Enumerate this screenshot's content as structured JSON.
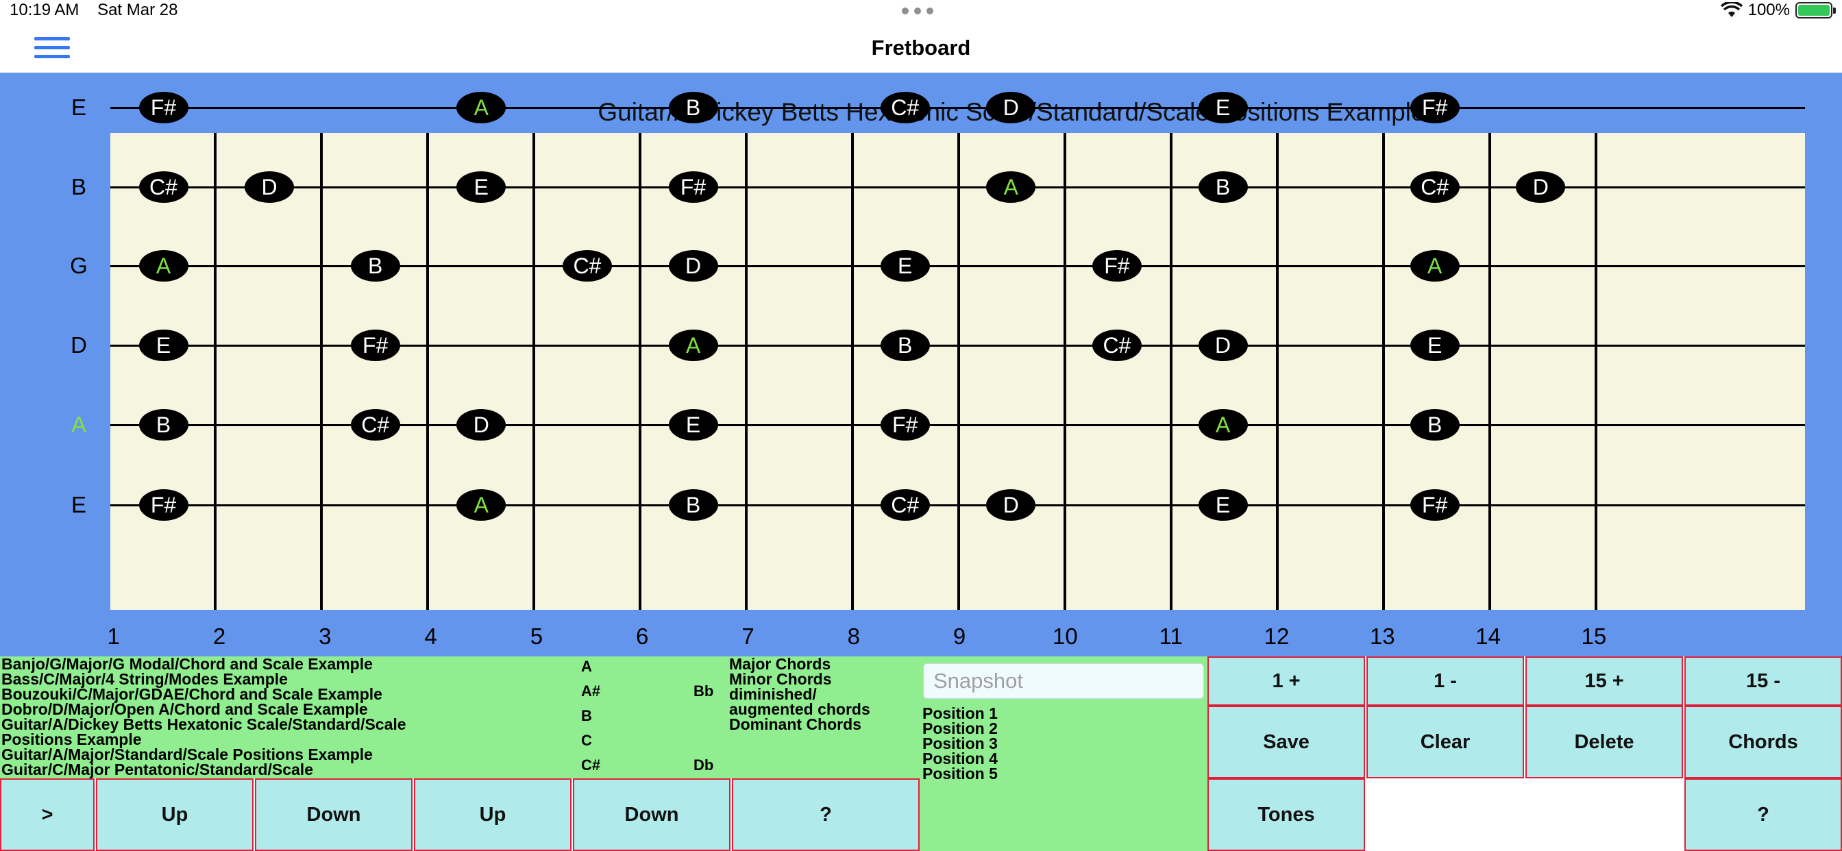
{
  "status": {
    "time": "10:19 AM",
    "date": "Sat Mar 28",
    "battery": "100%"
  },
  "nav": {
    "title": "Fretboard",
    "menu_icon": "hamburger-icon"
  },
  "fretboard": {
    "title": "Guitar/A/Dickey Betts Hexatonic Scale/Standard/Scale Positions Example",
    "strings": [
      "E",
      "B",
      "G",
      "D",
      "A",
      "E"
    ],
    "fret_numbers": [
      "1",
      "2",
      "3",
      "4",
      "5",
      "6",
      "7",
      "8",
      "9",
      "10",
      "11",
      "12",
      "13",
      "14",
      "15"
    ],
    "root_color": "#7fe040",
    "notes": [
      {
        "string": 0,
        "fret": 2,
        "label": "F#",
        "root": false
      },
      {
        "string": 0,
        "fret": 5,
        "label": "A",
        "root": true
      },
      {
        "string": 0,
        "fret": 7,
        "label": "B",
        "root": false
      },
      {
        "string": 0,
        "fret": 9,
        "label": "C#",
        "root": false
      },
      {
        "string": 0,
        "fret": 10,
        "label": "D",
        "root": false
      },
      {
        "string": 0,
        "fret": 12,
        "label": "E",
        "root": false
      },
      {
        "string": 0,
        "fret": 14,
        "label": "F#",
        "root": false
      },
      {
        "string": 1,
        "fret": 2,
        "label": "C#",
        "root": false
      },
      {
        "string": 1,
        "fret": 3,
        "label": "D",
        "root": false
      },
      {
        "string": 1,
        "fret": 5,
        "label": "E",
        "root": false
      },
      {
        "string": 1,
        "fret": 7,
        "label": "F#",
        "root": false
      },
      {
        "string": 1,
        "fret": 10,
        "label": "A",
        "root": true
      },
      {
        "string": 1,
        "fret": 12,
        "label": "B",
        "root": false
      },
      {
        "string": 1,
        "fret": 14,
        "label": "C#",
        "root": false
      },
      {
        "string": 1,
        "fret": 15,
        "label": "D",
        "root": false
      },
      {
        "string": 2,
        "fret": 2,
        "label": "A",
        "root": true
      },
      {
        "string": 2,
        "fret": 4,
        "label": "B",
        "root": false
      },
      {
        "string": 2,
        "fret": 6,
        "label": "C#",
        "root": false
      },
      {
        "string": 2,
        "fret": 7,
        "label": "D",
        "root": false
      },
      {
        "string": 2,
        "fret": 9,
        "label": "E",
        "root": false
      },
      {
        "string": 2,
        "fret": 11,
        "label": "F#",
        "root": false
      },
      {
        "string": 2,
        "fret": 14,
        "label": "A",
        "root": true
      },
      {
        "string": 3,
        "fret": 2,
        "label": "E",
        "root": false
      },
      {
        "string": 3,
        "fret": 4,
        "label": "F#",
        "root": false
      },
      {
        "string": 3,
        "fret": 7,
        "label": "A",
        "root": true
      },
      {
        "string": 3,
        "fret": 9,
        "label": "B",
        "root": false
      },
      {
        "string": 3,
        "fret": 11,
        "label": "C#",
        "root": false
      },
      {
        "string": 3,
        "fret": 12,
        "label": "D",
        "root": false
      },
      {
        "string": 3,
        "fret": 14,
        "label": "E",
        "root": false
      },
      {
        "string": 4,
        "fret": 2,
        "label": "B",
        "root": false
      },
      {
        "string": 4,
        "fret": 4,
        "label": "C#",
        "root": false
      },
      {
        "string": 4,
        "fret": 5,
        "label": "D",
        "root": false
      },
      {
        "string": 4,
        "fret": 7,
        "label": "E",
        "root": false
      },
      {
        "string": 4,
        "fret": 9,
        "label": "F#",
        "root": false
      },
      {
        "string": 4,
        "fret": 12,
        "label": "A",
        "root": true
      },
      {
        "string": 4,
        "fret": 14,
        "label": "B",
        "root": false
      },
      {
        "string": 5,
        "fret": 2,
        "label": "F#",
        "root": false
      },
      {
        "string": 5,
        "fret": 5,
        "label": "A",
        "root": true
      },
      {
        "string": 5,
        "fret": 7,
        "label": "B",
        "root": false
      },
      {
        "string": 5,
        "fret": 9,
        "label": "C#",
        "root": false
      },
      {
        "string": 5,
        "fret": 10,
        "label": "D",
        "root": false
      },
      {
        "string": 5,
        "fret": 12,
        "label": "E",
        "root": false
      },
      {
        "string": 5,
        "fret": 14,
        "label": "F#",
        "root": false
      }
    ]
  },
  "examples": [
    "Banjo/G/Major/G Modal/Chord and Scale Example",
    "Bass/C/Major/4 String/Modes Example",
    "Bouzouki/C/Major/GDAE/Chord and Scale Example",
    "Dobro/D/Major/Open A/Chord and Scale Example",
    "Guitar/A/Dickey Betts Hexatonic Scale/Standard/Scale",
    "Positions Example",
    "Guitar/A/Major/Standard/Scale Positions Example",
    "Guitar/C/Major Pentatonic/Standard/Scale"
  ],
  "keys": [
    {
      "sharp": "A",
      "flat": ""
    },
    {
      "sharp": "A#",
      "flat": "Bb"
    },
    {
      "sharp": "B",
      "flat": ""
    },
    {
      "sharp": "C",
      "flat": ""
    },
    {
      "sharp": "C#",
      "flat": "Db"
    }
  ],
  "chord_types": [
    "Major Chords",
    "Minor Chords",
    "diminished/",
    "augmented chords",
    "Dominant Chords"
  ],
  "snapshot": {
    "placeholder": "Snapshot"
  },
  "positions": [
    "Position 1",
    "Position 2",
    "Position 3",
    "Position 4",
    "Position 5"
  ],
  "buttons": {
    "one_plus": "1 +",
    "one_minus": "1 -",
    "fifteen_plus": "15 +",
    "fifteen_minus": "15 -",
    "save": "Save",
    "clear": "Clear",
    "delete": "Delete",
    "chords": "Chords",
    "tones": "Tones",
    "help_right": "?",
    "next": ">",
    "up_1": "Up",
    "down_1": "Down",
    "up_2": "Up",
    "down_2": "Down",
    "help_left": "?"
  }
}
